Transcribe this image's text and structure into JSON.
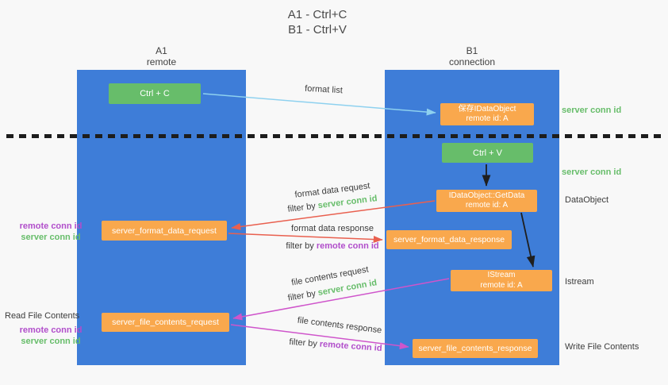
{
  "title": {
    "line1": "A1 - Ctrl+C",
    "line2": "B1 - Ctrl+V"
  },
  "lanes": {
    "left": {
      "name": "A1",
      "subtitle": "remote"
    },
    "right": {
      "name": "B1",
      "subtitle": "connection"
    }
  },
  "nodes": {
    "ctrl_c": {
      "label": "Ctrl + C"
    },
    "ctrl_v": {
      "label": "Ctrl + V"
    },
    "save_dataobject": {
      "line1": "保存IDataObject",
      "line2": "remote id: A"
    },
    "getdata": {
      "line1": "IDataObject::GetData",
      "line2": "remote id: A"
    },
    "istream": {
      "line1": "IStream",
      "line2": "remote id: A"
    },
    "format_data_request": {
      "label": "server_format_data_request"
    },
    "format_data_response": {
      "label": "server_format_data_response"
    },
    "file_contents_request": {
      "label": "server_file_contents_request"
    },
    "file_contents_response": {
      "label": "server_file_contents_response"
    }
  },
  "annotations": {
    "format_list": "format list",
    "filter_by": "filter by",
    "server_conn_id": "server conn id",
    "remote_conn_id": "remote conn id",
    "format_data_request": "format data request",
    "format_data_response": "format data response",
    "file_contents_request": "file contents request",
    "file_contents_response": "file contents response",
    "dataobject": "DataObject",
    "istream": "Istream",
    "read_file_contents": "Read File Contents",
    "write_file_contents": "Write File Contents"
  },
  "colors": {
    "background": "#f8f8f8",
    "lane_blue": "#3e7dd8",
    "node_green": "#67bd6a",
    "node_orange": "#f9a84d",
    "arrow_blue": "#8ed1ef",
    "arrow_red": "#e9604f",
    "arrow_magenta": "#cf55cb",
    "arrow_black": "#1f1f1f",
    "text_green": "#67bd6a",
    "text_purple": "#b14ecb",
    "text_dark": "#3c3c3c"
  }
}
